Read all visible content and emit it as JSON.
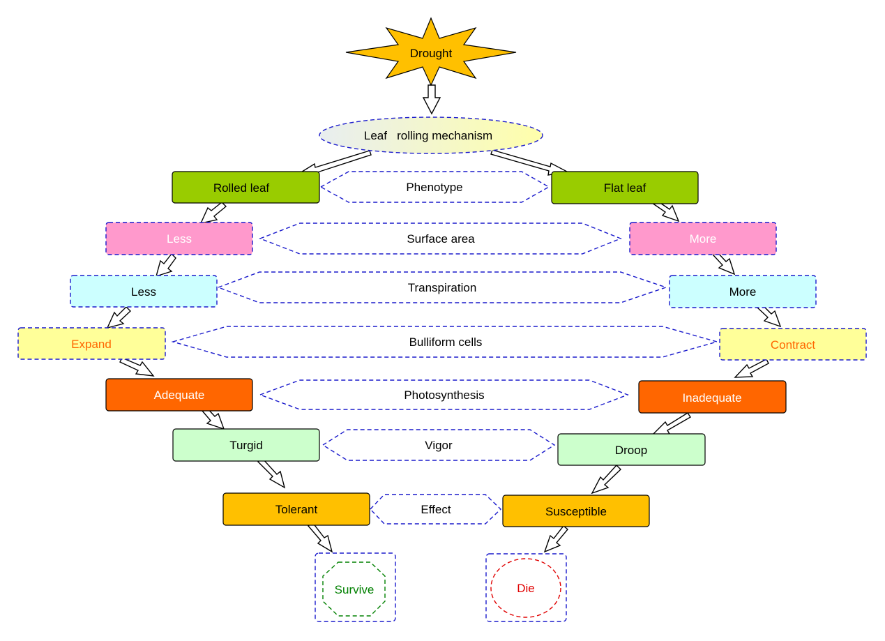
{
  "title": "Drought",
  "mechanism": "Leaf   rolling mechanism",
  "rows": [
    {
      "criterion": "Phenotype",
      "left": "Rolled leaf",
      "right": "Flat leaf"
    },
    {
      "criterion": "Surface area",
      "left": "Less",
      "right": "More"
    },
    {
      "criterion": "Transpiration",
      "left": "Less",
      "right": "More"
    },
    {
      "criterion": "Bulliform cells",
      "left": "Expand",
      "right": "Contract"
    },
    {
      "criterion": "Photosynthesis",
      "left": "Adequate",
      "right": "Inadequate"
    },
    {
      "criterion": "Vigor",
      "left": "Turgid",
      "right": "Droop"
    },
    {
      "criterion": "Effect",
      "left": "Tolerant",
      "right": "Susceptible"
    }
  ],
  "outcomes": {
    "left": "Survive",
    "right": "Die"
  },
  "colors": {
    "star": "#ffc000",
    "phenotype": "#99cc00",
    "surface": "#ff99cc",
    "transpiration": "#ccffff",
    "bulliform": "#ffff99",
    "bulliform_text": "#ff6600",
    "photosynthesis": "#ff6600",
    "vigor": "#ccffcc",
    "effect": "#ffc000",
    "outline_dash": "#1a1acc",
    "survive": "#008000",
    "die": "#e00000"
  }
}
